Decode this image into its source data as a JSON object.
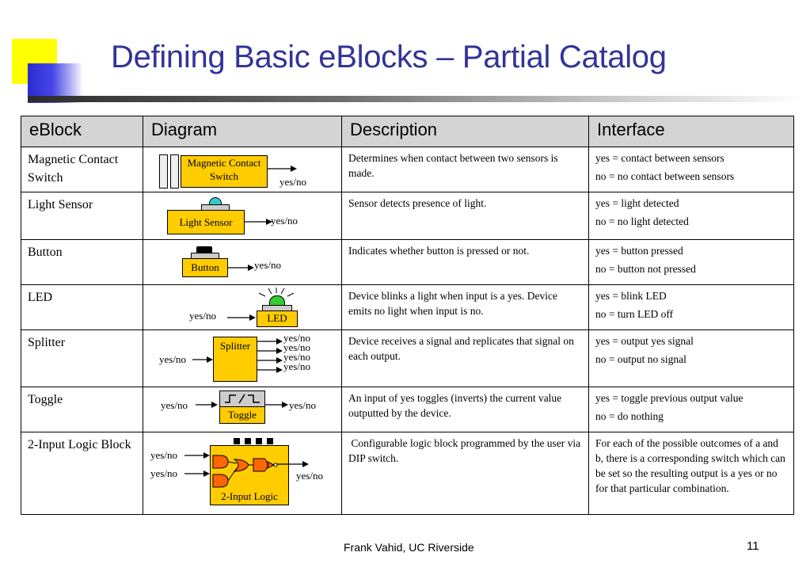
{
  "slide": {
    "title": "Defining Basic eBlocks – Partial Catalog",
    "footer": "Frank Vahid, UC Riverside",
    "page_number": "11"
  },
  "table": {
    "headers": [
      "eBlock",
      "Diagram",
      "Description",
      "Interface"
    ],
    "rows": [
      {
        "name": "Magnetic Contact Switch",
        "diagram": {
          "box_label": "Magnetic Contact Switch",
          "signals": [
            "yes/no"
          ]
        },
        "description": "Determines when contact between two sensors is made.",
        "interface": [
          "yes = contact between sensors",
          "no = no contact between sensors"
        ]
      },
      {
        "name": "Light Sensor",
        "diagram": {
          "box_label": "Light Sensor",
          "signals": [
            "yes/no"
          ]
        },
        "description": "Sensor detects presence of light.",
        "interface": [
          "yes = light detected",
          "no = no light detected"
        ]
      },
      {
        "name": "Button",
        "diagram": {
          "box_label": "Button",
          "signals": [
            "yes/no"
          ]
        },
        "description": "Indicates whether button is pressed or not.",
        "interface": [
          "yes = button pressed",
          "no = button not pressed"
        ]
      },
      {
        "name": "LED",
        "diagram": {
          "box_label": "LED",
          "signals": [
            "yes/no"
          ]
        },
        "description": "Device blinks a light when input is a yes. Device emits no light when input is no.",
        "interface": [
          "yes = blink LED",
          "no = turn LED off"
        ]
      },
      {
        "name": "Splitter",
        "diagram": {
          "box_label": "Splitter",
          "signals": [
            "yes/no",
            "yes/no",
            "yes/no",
            "yes/no",
            "yes/no"
          ]
        },
        "description": "Device receives a signal and replicates that signal on each output.",
        "interface": [
          "yes = output yes signal",
          "no = output no signal"
        ]
      },
      {
        "name": "Toggle",
        "diagram": {
          "box_label": "Toggle",
          "signals": [
            "yes/no",
            "yes/no"
          ]
        },
        "description": "An input of yes toggles (inverts) the current value outputted by the device.",
        "interface": [
          "yes = toggle previous output value",
          "no = do nothing"
        ]
      },
      {
        "name": " 2-Input Logic Block",
        "diagram": {
          "box_label": "2-Input Logic",
          "signals": [
            "yes/no",
            "yes/no",
            "yes/no"
          ]
        },
        "description": " Configurable logic block programmed by the user via DIP switch.",
        "interface": [
          "For each of the possible outcomes of a and b, there is a corresponding switch which can be set so the resulting output is a yes or no for that particular combination."
        ]
      }
    ]
  },
  "colors": {
    "title": "#333399",
    "block_fill": "#ffcc00",
    "gate_fill": "#ff6600",
    "led_green": "#33cc33",
    "sensor_cyan": "#33cccc",
    "header_fill": "#d4d4d4"
  }
}
